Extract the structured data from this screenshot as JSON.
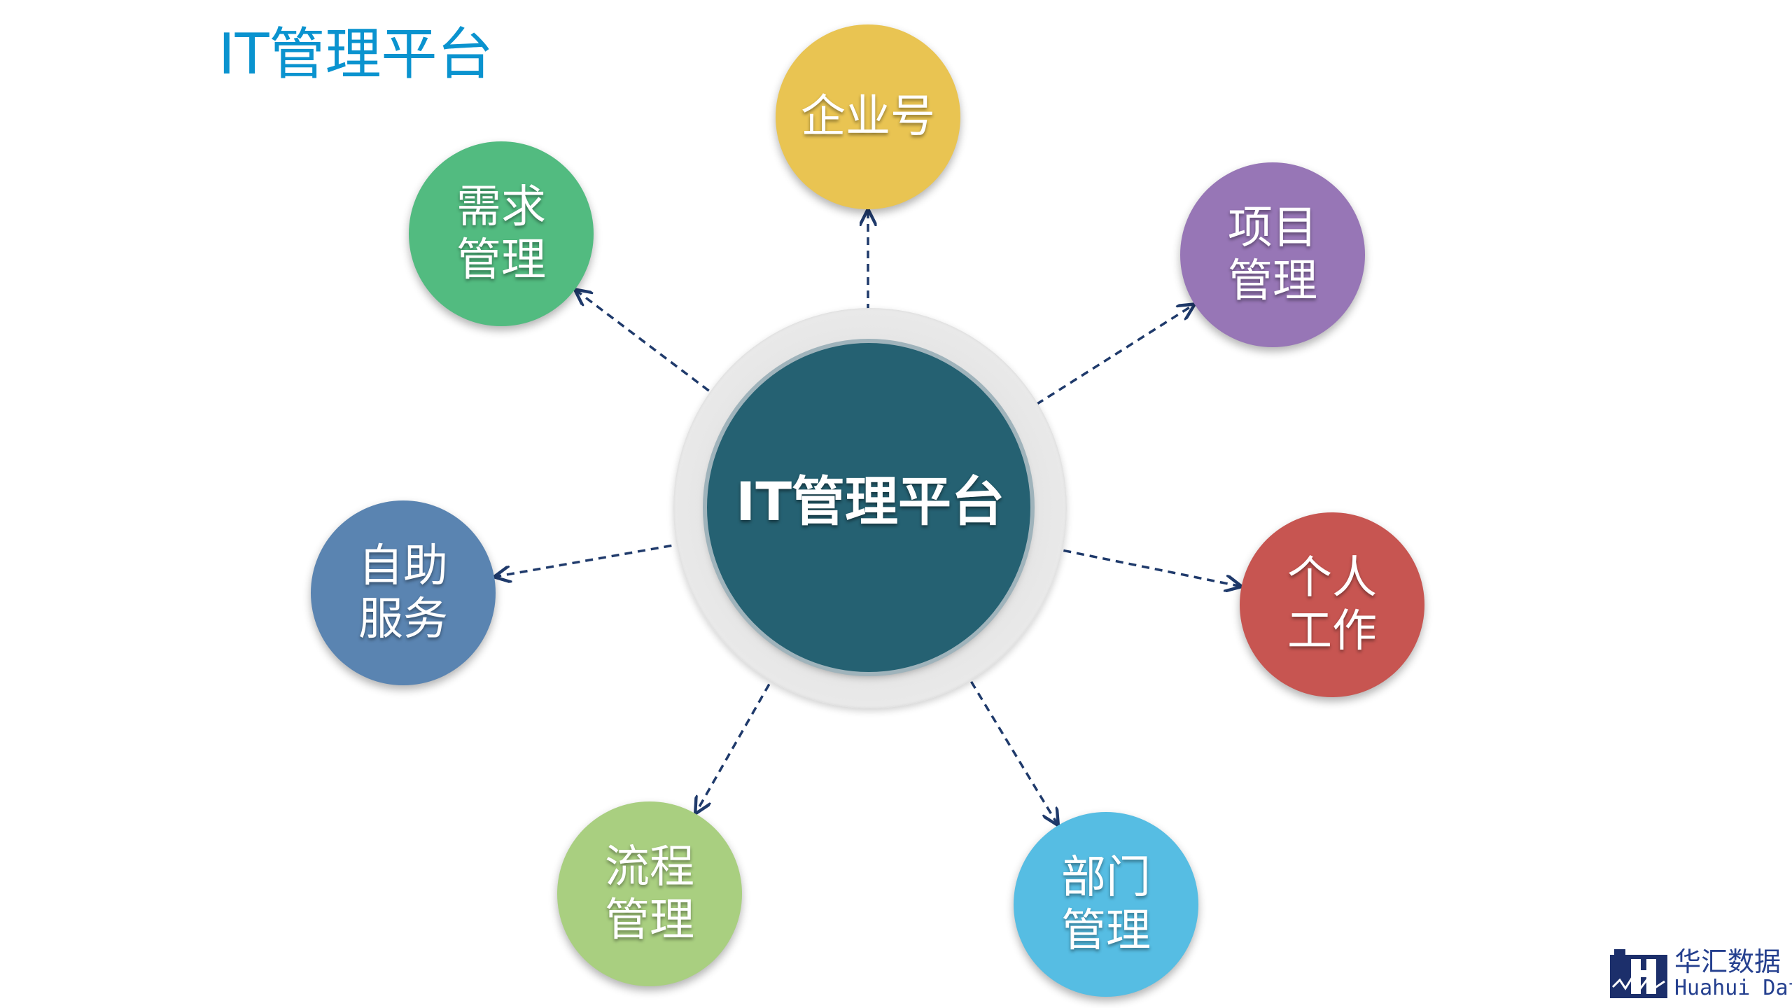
{
  "title": "IT管理平台",
  "hub": {
    "label": "IT管理平台",
    "color": "#256172"
  },
  "nodes": [
    {
      "id": "enterprise",
      "lines": [
        "企业号"
      ],
      "color": "#e9c452"
    },
    {
      "id": "project",
      "lines": [
        "项目",
        "管理"
      ],
      "color": "#9776b6"
    },
    {
      "id": "personal",
      "lines": [
        "个人",
        "工作"
      ],
      "color": "#c75551"
    },
    {
      "id": "department",
      "lines": [
        "部门",
        "管理"
      ],
      "color": "#56bde3"
    },
    {
      "id": "process",
      "lines": [
        "流程",
        "管理"
      ],
      "color": "#a9cf80"
    },
    {
      "id": "self-service",
      "lines": [
        "自助",
        "服务"
      ],
      "color": "#5a84b1"
    },
    {
      "id": "requirement",
      "lines": [
        "需求",
        "管理"
      ],
      "color": "#52bb80"
    }
  ],
  "arrow_color": "#1f3a6b",
  "logo": {
    "name": "华汇数据",
    "name_en": "Huahui Data",
    "color": "#25408f"
  }
}
